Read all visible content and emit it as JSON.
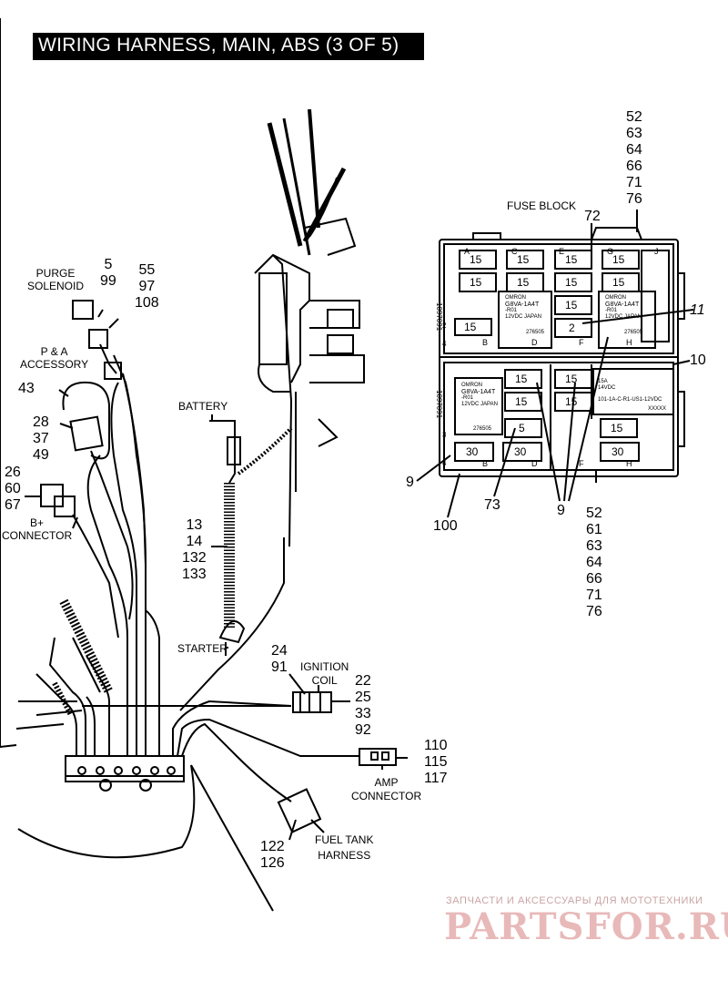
{
  "title": "WIRING HARNESS, MAIN, ABS (3 OF 5)",
  "labels": {
    "fuse_block": "FUSE BLOCK",
    "purge_solenoid": [
      "PURGE",
      "SOLENOID"
    ],
    "pa_accessory": [
      "P & A",
      "ACCESSORY"
    ],
    "battery": "BATTERY",
    "b_plus_connector": [
      "B+",
      "CONNECTOR"
    ],
    "starter": "STARTER",
    "ignition_coil": [
      "IGNITION",
      "COIL"
    ],
    "amp_connector": [
      "AMP",
      "CONNECTOR"
    ],
    "fuel_tank_harness": [
      "FUEL TANK",
      "HARNESS"
    ]
  },
  "callouts": {
    "top_right": [
      "52",
      "63",
      "64",
      "66",
      "71",
      "76"
    ],
    "fuse_72": "72",
    "fuse_11": "11",
    "fuse_10": "10",
    "fuse_9_left": "9",
    "fuse_100": "100",
    "fuse_73": "73",
    "fuse_9_bottom": "9",
    "bottom_right": [
      "52",
      "61",
      "63",
      "64",
      "66",
      "71",
      "76"
    ],
    "purge_5_99": [
      "5",
      "99"
    ],
    "c55_97_108": [
      "55",
      "97",
      "108"
    ],
    "c43": "43",
    "c28_37_49": [
      "28",
      "37",
      "49"
    ],
    "c26_60_67": [
      "26",
      "60",
      "67"
    ],
    "c13_133": [
      "13",
      "14",
      "132",
      "133"
    ],
    "c24_91": [
      "24",
      "91"
    ],
    "c22_92": [
      "22",
      "25",
      "33",
      "92"
    ],
    "c110_117": [
      "110",
      "115",
      "117"
    ],
    "c122_126": [
      "122",
      "126"
    ]
  },
  "fuse_block": {
    "top_letters": [
      "A",
      "C",
      "E",
      "G",
      "J"
    ],
    "bottom_letters": [
      "B",
      "D",
      "F",
      "H"
    ],
    "upper_row1": [
      "15",
      "15",
      "15",
      "15"
    ],
    "upper_row2": [
      "15",
      "15",
      "15",
      "15"
    ],
    "upper_row3": [
      "15",
      "2"
    ],
    "lower_15s": [
      "15",
      "15",
      "15",
      "15",
      "15"
    ],
    "lower_5": "5",
    "lower_30s": [
      "30",
      "30",
      "30"
    ],
    "relay_text": [
      "OMRON",
      "G8VA-1A4T",
      "-R01",
      "12VDC",
      "JAPAN"
    ],
    "relay_code": "276505",
    "part_number": "1097091",
    "side_numbers": [
      "2",
      "3",
      "4"
    ],
    "small_label": [
      "15A",
      "14VDC"
    ],
    "strip_code": "101-1A-C-R1-US1-12VDC",
    "strip_mark": "XXXXX"
  },
  "watermark": {
    "line1": "ЗАПЧАСТИ И АКСЕССУАРЫ ДЛЯ МОТОТЕХНИКИ",
    "line2": "PARTSFOR.RU"
  }
}
